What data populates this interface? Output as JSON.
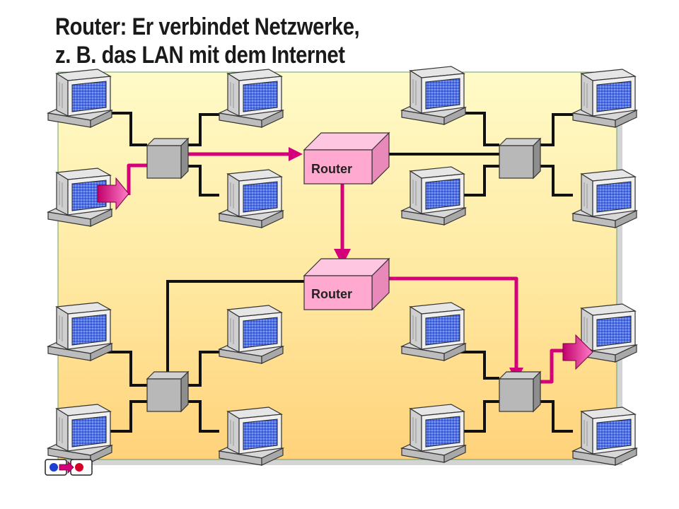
{
  "title": {
    "line1": "Router: Er verbindet Netzwerke,",
    "line2": "z. B. das LAN mit dem Internet"
  },
  "routers": [
    {
      "label": "Router"
    },
    {
      "label": "Router"
    }
  ],
  "computers": 16,
  "hubs": 4,
  "colors": {
    "background_panel_top": "#fffbc8",
    "background_panel_bottom": "#ffd27a",
    "highlight_path": "#d4007a",
    "router_fill": "#ffa8d0",
    "hub_fill": "#b8b8b8",
    "screen": "#4a6cf0",
    "cable": "#111111"
  },
  "icons": {
    "computer": "desktop-computer-icon",
    "hub": "network-hub-icon",
    "router": "router-box-icon",
    "nav": "slide-navigation-icon"
  }
}
